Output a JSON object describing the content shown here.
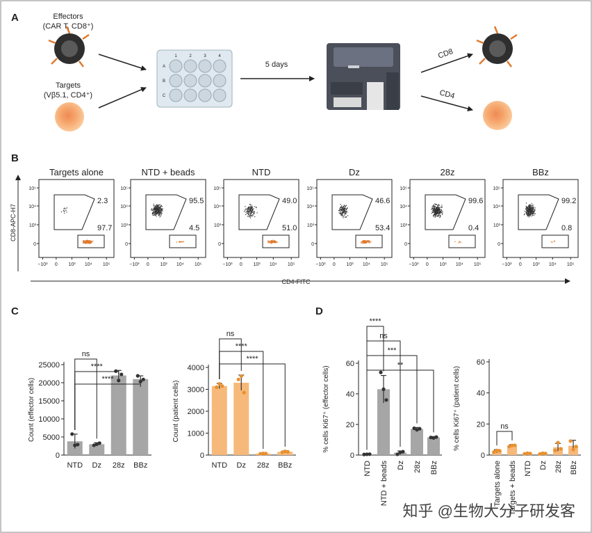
{
  "panels": {
    "a": "A",
    "b": "B",
    "c": "C",
    "d": "D"
  },
  "panel_a": {
    "effectors_label": "Effectors",
    "effectors_sub": "(CAR T, CD8⁺)",
    "targets_label": "Targets",
    "targets_sub": "(Vβ5.1, CD4⁺)",
    "plate_cols": [
      "1",
      "2",
      "3",
      "4"
    ],
    "plate_rows": [
      "A",
      "B",
      "C"
    ],
    "arrow_label": "5 days",
    "out_cd8": "CD8",
    "out_cd4": "CD4"
  },
  "panel_b": {
    "y_axis_label": "CD8-APC-H7",
    "x_axis_label": "CD4-FITC",
    "y_ticks": [
      "10⁵",
      "10⁴",
      "10³",
      "0"
    ],
    "x_ticks": [
      "−10³",
      "0",
      "10³",
      "10⁴",
      "10⁵"
    ],
    "plots": [
      {
        "title": "Targets alone",
        "upper": "2.3",
        "lower": "97.7"
      },
      {
        "title": "NTD + beads",
        "upper": "95.5",
        "lower": "4.5"
      },
      {
        "title": "NTD",
        "upper": "49.0",
        "lower": "51.0"
      },
      {
        "title": "Dz",
        "upper": "46.6",
        "lower": "53.4"
      },
      {
        "title": "28z",
        "upper": "99.6",
        "lower": "0.4"
      },
      {
        "title": "BBz",
        "upper": "99.2",
        "lower": "0.8"
      }
    ]
  },
  "colors": {
    "gray": "#a6a6a6",
    "orange": "#f7b97a",
    "orange_dark": "#e8902e",
    "cell_orange": "#f5a46a",
    "dark": "#333333"
  },
  "chart_data": [
    {
      "type": "bar",
      "ylabel": "Count (effector cells)",
      "categories": [
        "NTD",
        "Dz",
        "28z",
        "BBz"
      ],
      "values": [
        3800,
        3000,
        22000,
        21000
      ],
      "errors": [
        2000,
        400,
        1400,
        900
      ],
      "points": [
        [
          5800,
          2700,
          2900
        ],
        [
          2700,
          3000,
          3300
        ],
        [
          23200,
          20600,
          22300
        ],
        [
          21900,
          20300,
          20900
        ]
      ],
      "ylim": [
        0,
        25000
      ],
      "yticks": [
        "0",
        "5000",
        "10000",
        "15000",
        "20000",
        "25000"
      ],
      "color": "gray",
      "sig": [
        {
          "from": 0,
          "to": 1,
          "label": "ns"
        },
        {
          "from": 0,
          "to": 2,
          "label": "****"
        },
        {
          "from": 0,
          "to": 3,
          "label": "****"
        }
      ]
    },
    {
      "type": "bar",
      "ylabel": "Count (patient cells)",
      "categories": [
        "NTD",
        "Dz",
        "28z",
        "BBz"
      ],
      "values": [
        3150,
        3300,
        70,
        150
      ],
      "errors": [
        120,
        350,
        20,
        40
      ],
      "points": [
        [
          3100,
          3250,
          3150
        ],
        [
          3450,
          3600,
          2850
        ],
        [
          60,
          75,
          70
        ],
        [
          130,
          170,
          150
        ]
      ],
      "ylim": [
        0,
        4000
      ],
      "yticks": [
        "0",
        "1000",
        "2000",
        "3000",
        "4000"
      ],
      "color": "orange",
      "sig": [
        {
          "from": 0,
          "to": 1,
          "label": "ns"
        },
        {
          "from": 0,
          "to": 2,
          "label": "****"
        },
        {
          "from": 0,
          "to": 3,
          "label": "****"
        }
      ]
    },
    {
      "type": "bar",
      "ylabel": "% cells Ki67⁺ (effector cells)",
      "categories": [
        "NTD",
        "NTD + beads",
        "Dz",
        "28z",
        "BBz"
      ],
      "values": [
        0.5,
        43,
        1.5,
        17,
        11.5
      ],
      "errors": [
        0.3,
        9,
        1.2,
        1,
        0.6
      ],
      "points": [
        [
          0.4,
          0.5,
          0.6
        ],
        [
          54,
          43,
          36
        ],
        [
          0.5,
          1.8,
          2.2
        ],
        [
          17.5,
          16.5,
          17.2
        ],
        [
          11.5,
          11.2,
          11.8
        ]
      ],
      "ylim": [
        0,
        60
      ],
      "yticks": [
        "0",
        "20",
        "40",
        "60"
      ],
      "color": "gray",
      "sig": [
        {
          "from": 0,
          "to": 1,
          "label": "****"
        },
        {
          "from": 0,
          "to": 2,
          "label": "ns"
        },
        {
          "from": 0,
          "to": 3,
          "label": "***"
        },
        {
          "from": 0,
          "to": 4,
          "label": "**"
        }
      ]
    },
    {
      "type": "bar",
      "ylabel": "% cells Ki67⁺ (patient cells)",
      "categories": [
        "Targets alone",
        "Targets + beads",
        "NTD",
        "Dz",
        "28z",
        "BBz"
      ],
      "values": [
        2.5,
        6,
        1,
        1,
        5,
        6
      ],
      "errors": [
        1,
        0.7,
        0.3,
        0.4,
        2.5,
        3.5
      ],
      "points": [
        [
          2,
          3,
          2.8
        ],
        [
          5.5,
          6.2,
          6.3
        ],
        [
          0.8,
          1.2,
          1
        ],
        [
          0.7,
          1.2,
          1
        ],
        [
          3,
          8,
          4
        ],
        [
          9,
          3.5,
          5.5
        ]
      ],
      "ylim": [
        0,
        60
      ],
      "yticks": [
        "0",
        "20",
        "40",
        "60"
      ],
      "color": "orange",
      "sig": [
        {
          "from": 0,
          "to": 1,
          "label": "ns"
        }
      ]
    }
  ],
  "watermark": "知乎 @生物大分子研发客"
}
